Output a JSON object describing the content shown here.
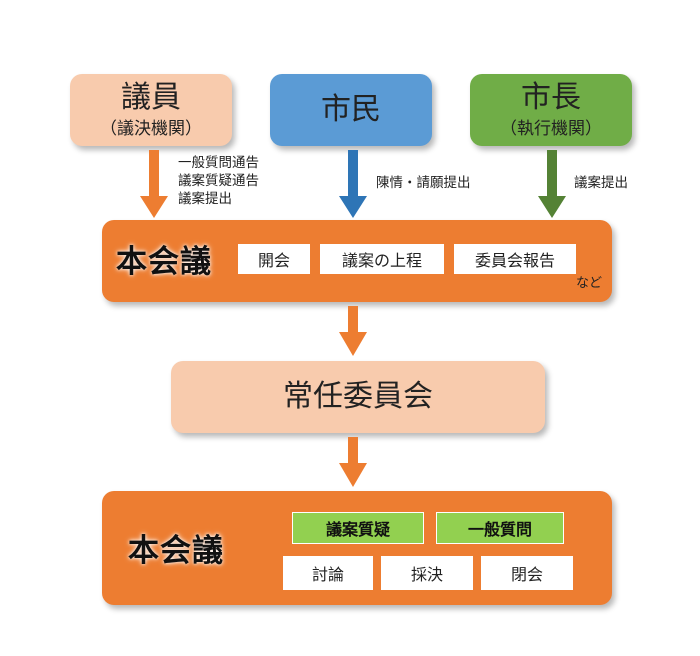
{
  "top": {
    "councilor": {
      "title": "議員",
      "sub": "（議決機関）"
    },
    "citizen": {
      "title": "市民"
    },
    "mayor": {
      "title": "市長",
      "sub": "（執行機関）"
    }
  },
  "notes": {
    "councilor": [
      "一般質問通告",
      "議案質疑通告",
      "議案提出"
    ],
    "citizen": "陳情・請願提出",
    "mayor": "議案提出"
  },
  "plenary1": {
    "title": "本会議",
    "items": [
      "開会",
      "議案の上程",
      "委員会報告"
    ],
    "etc": "など"
  },
  "committee": {
    "title": "常任委員会"
  },
  "plenary2": {
    "title": "本会議",
    "green_items": [
      "議案質疑",
      "一般質問"
    ],
    "white_items": [
      "討論",
      "採決",
      "閉会"
    ]
  },
  "colors": {
    "peach": "#f8cbad",
    "blue": "#5b9bd5",
    "green": "#70ad47",
    "orange": "#ed7d31",
    "arrow_orange": "#ed7d31",
    "arrow_blue": "#2e75b6",
    "arrow_green": "#548235",
    "highlight_green": "#92d050"
  }
}
